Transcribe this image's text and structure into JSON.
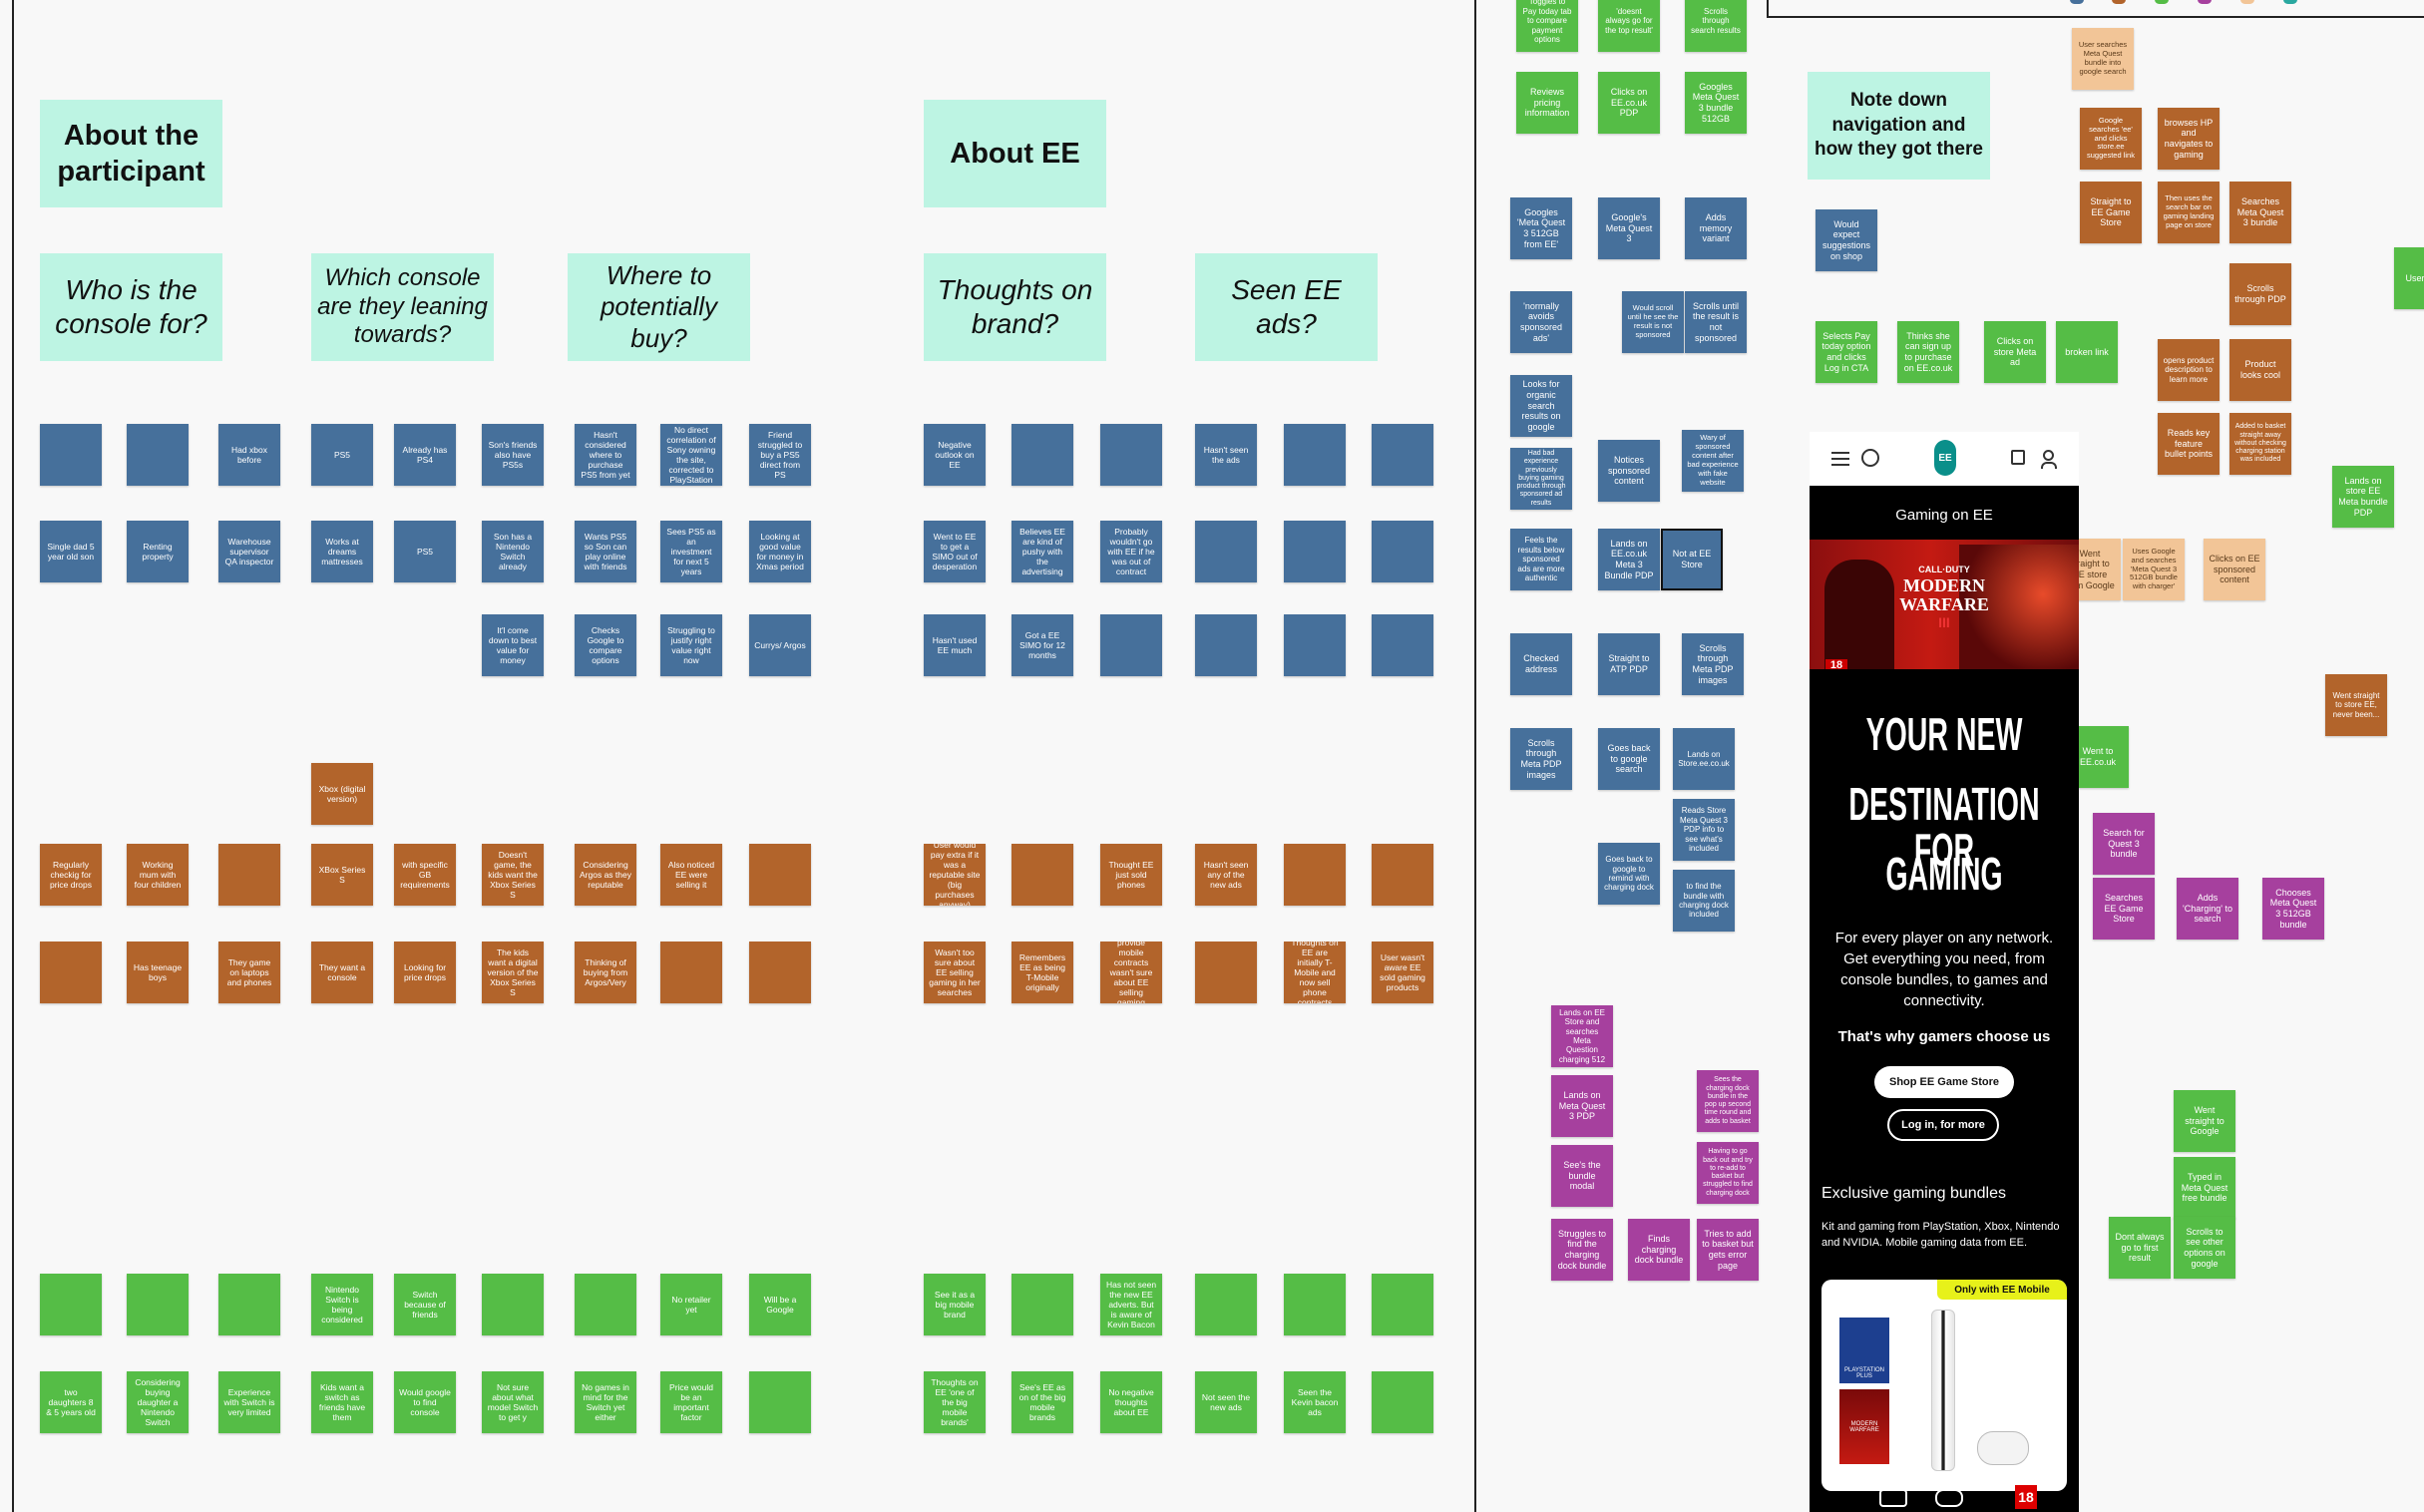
{
  "headings": {
    "about_participant": "About the participant",
    "about_ee": "About EE",
    "who_for": "Who is the console for?",
    "which_console": "Which console are they leaning towards?",
    "where_buy": "Where to potentially buy?",
    "thoughts_brand": "Thoughts on brand?",
    "seen_ads": "Seen EE ads?",
    "note_down": "Note down navigation and how they got there"
  },
  "left_notes": {
    "blue_r1": [
      "",
      "",
      "Had xbox before",
      "PS5",
      "Already has PS4",
      "Son's friends also have PS5s",
      "Hasn't considered where to purchase PS5 from yet",
      "No direct correlation of Sony owning the site, corrected to PlayStation",
      "Friend struggled to buy a PS5 direct from PS",
      "Negative outlook on EE",
      "",
      "",
      "Hasn't seen the ads",
      "",
      ""
    ],
    "blue_r2": [
      "Single dad 5 year old son",
      "Renting property",
      "Warehouse supervisor QA inspector",
      "Works at dreams mattresses",
      "PS5",
      "Son has a Nintendo Switch already",
      "Wants PS5 so Son can play online with friends",
      "Sees PS5 as an investment for next 5 years",
      "Looking at good value for money in Xmas period",
      "Went to EE to get a SIMO out of desperation",
      "Believes EE are kind of pushy with the advertising",
      "Probably wouldn't go with EE if he was out of contract",
      "",
      "",
      ""
    ],
    "blue_r3": [
      "It'l come down to best value for money",
      "Checks Google to compare options",
      "Struggling to justify right value right now",
      "Currys/ Argos",
      "Hasn't used EE much",
      "Got a EE SIMO for 12 months",
      "",
      "",
      "",
      ""
    ],
    "orange_xbox": "Xbox (digital version)",
    "orange_r1": [
      "Regularly checkig for price drops",
      "Working mum with four children",
      "",
      "XBox Series S",
      "with specific GB requirements",
      "Doesn't game, the kids want the Xbox Series S",
      "Considering Argos as they reputable",
      "Also noticed EE were selling it",
      "",
      "User would pay extra if it was a reputable site (big purchases anyway)",
      "",
      "Thought EE just sold phones",
      "Hasn't seen any of the new ads",
      "",
      ""
    ],
    "orange_r2": [
      "",
      "Has teenage boys",
      "They game on laptops and phones",
      "They want a console",
      "Looking for price drops",
      "The kids want a digital version of the Xbox Series S",
      "Thinking of buying from Argos/Very",
      "",
      "",
      "Wasn't too sure about EE selling gaming in her searches",
      "Remembers EE as being T-Mobile originally",
      "Knows EE provide mobile contracts wasn't sure about EE selling gaming products",
      "",
      "Thoughts on EE are initially T-Mobile and now sell phone contracts",
      "User wasn't aware EE sold gaming products"
    ],
    "green_r1": [
      "",
      "",
      "",
      "Nintendo Switch is being considered",
      "Switch because of friends",
      "",
      "",
      "No retailer yet",
      "Will be a Google",
      "See it as a big mobile brand",
      "",
      "Has not seen the new EE adverts. But is aware of Kevin Bacon",
      "",
      "",
      ""
    ],
    "green_r2": [
      "two daughters 8 & 5 years old",
      "Considering buying daughter a Nintendo Switch",
      "Experience with Switch is very limited",
      "Kids want a switch as friends have them",
      "Would google to find console",
      "Not sure about what model Switch to get y",
      "No games in mind for the Switch yet either",
      "Price would be an important factor",
      "",
      "Thoughts on EE 'one of the big mobile brands'",
      "See's EE as on of the big mobile brands",
      "No negative thoughts about EE",
      "Not seen the new ads",
      "Seen the Kevin bacon ads",
      ""
    ]
  },
  "right_notes": {
    "g1": "Toggles to Pay today tab to compare payment options",
    "g2": "'doesnt always go for the top result'",
    "g3": "Scrolls through search results",
    "g4": "Reviews pricing information",
    "g5": "Clicks on EE.co.uk PDP",
    "g6": "Googles Meta Quest 3 bundle 512GB",
    "b1": "Googles 'Meta Quest 3 512GB from EE'",
    "b2": "Google's Meta Quest 3",
    "b3": "Adds memory variant",
    "b4": "'normally avoids sponsored ads'",
    "b5": "Would scroll until he see the result is not sponsored",
    "b6": "Scrolls until the result is not sponsored",
    "b7": "Looks for organic search results on google",
    "b8": "Notices sponsored content",
    "b9": "Wary of sponsored content after bad experience with fake website",
    "b10": "Had bad experience previously buying gaming product through sponsored ad results",
    "b11": "Feels the results below sponsored ads are more authentic",
    "b12": "Lands on EE.co.uk Meta 3 Bundle PDP",
    "b13": "Not at EE Store",
    "b14": "Checked address",
    "b15": "Straight to ATP PDP",
    "b16": "Scrolls through Meta PDP images",
    "b17": "Scrolls through Meta PDP images",
    "b18": "Goes back to google search",
    "b19": "Lands on Store.ee.co.uk",
    "b20": "Reads Store Meta Quest 3 PDP info to see what's included",
    "b21": "Goes back to google to remind with charging dock",
    "b22": "to find the bundle with charging dock included",
    "b23": "Would expect suggestions on shop",
    "n1": "Selects Pay today option and clicks Log in CTA",
    "n2": "Thinks she can sign up to purchase on EE.co.uk",
    "n3": "Clicks on store Meta ad",
    "n4": "broken link",
    "p1": "Lands on EE Store and searches Meta Question charging 512",
    "p2": "Lands on Meta Quest 3 PDP",
    "p3": "Sees the charging dock bundle in the pop up second time round and adds to basket",
    "p4": "See's the bundle modal",
    "p5": "Having to go back out and try to re-add to basket but struggled to find charging dock",
    "p6": "Struggles to find the charging dock bundle",
    "p7": "Finds charging dock bundle",
    "p8": "Tries to add to basket but gets error page",
    "o1": "User searches Meta Quest bundle into google search",
    "o2": "Google searches 'ee' and clicks store.ee suggested link",
    "o3": "browses HP and navigates to gaming",
    "o4": "Straight to EE Game Store",
    "o5": "Then uses the search bar on gaming landing page on store",
    "o6": "Searches Meta Quest 3 bundle",
    "o7": "Scrolls through PDP",
    "o8": "opens product description to learn more",
    "o9": "Product looks cool",
    "o10": "Reads key feature bullet points",
    "o11": "Added to basket straight away without checking charging station was included",
    "o12": "Went straight to EE store from Google",
    "o13": "Uses Google and searches 'Meta Quest 3 512GB bundle with charger'",
    "o14": "Clicks on EE sponsored content",
    "o15": "Went straight to store EE, never been...",
    "k1": "Lands on store EE Meta bundle PDP",
    "k2": "Went to EE.co.uk",
    "k3": "User on e",
    "q1": "Search for Quest 3 bundle",
    "q2": "Searches EE Game Store",
    "q3": "Adds 'Charging' to search",
    "q4": "Chooses Meta Quest 3 512GB bundle",
    "g7": "Went straight to Google",
    "g8": "Typed in Meta Quest free bundle",
    "g9": "Dont always go to first result",
    "g10": "Scrolls to see other options on google"
  },
  "phone": {
    "logo_text": "EE",
    "menu_icon": "hamburger-icon",
    "search_icon": "search-icon",
    "basket_icon": "basket-icon",
    "account_icon": "account-icon",
    "gaming_label": "Gaming on EE",
    "game_title_top": "CALL·DUTY",
    "game_title_mid": "MODERN",
    "game_title_bot": "WARFARE",
    "game_num": "III",
    "age_rating": "18",
    "hero_l1": "YOUR NEW",
    "hero_l2": "DESTINATION FOR",
    "hero_l3": "GAMING",
    "sub1": "For every player on any network. Get everything you need, from console bundles, to games and connectivity.",
    "sub2": "That's why gamers choose us",
    "btn_shop": "Shop EE Game Store",
    "btn_login": "Log in, for more",
    "excl_title": "Exclusive gaming bundles",
    "excl_desc": "Kit and gaming from PlayStation, Xbox, Nintendo and NVIDIA. Mobile gaming data from EE.",
    "badge": "Only with EE Mobile",
    "ps_plus": "PLAYSTATION PLUS",
    "mw_small": "MODERN WARFARE",
    "bottom_18": "18"
  },
  "colors": {
    "blue": "#46709b",
    "orange": "#b2642b",
    "green": "#55bd46",
    "purple": "#a6409e",
    "peach": "#f2c597",
    "mint": "#bdf4e3",
    "ee_teal": "#0a8f8a",
    "badge_yellow": "#e7f11a"
  }
}
